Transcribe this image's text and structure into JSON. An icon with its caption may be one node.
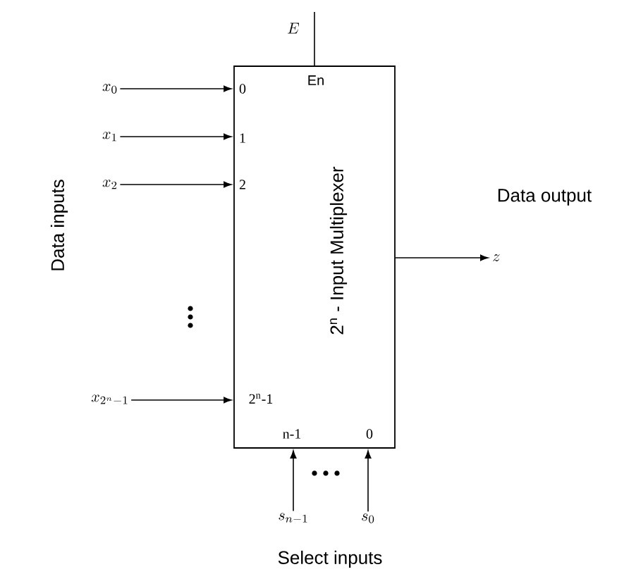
{
  "diagram": {
    "nodes": [
      {
        "text": [
          "2$^{n}$ - Input Multiplexer"
        ]
      },
      {
        "text": [
          "x_0"
        ]
      },
      {
        "text": [
          "x_1"
        ]
      },
      {
        "text": [
          "x_2"
        ]
      },
      {
        "text": [
          "x_{2^n -1}"
        ]
      },
      {
        "text": [
          "E"
        ]
      },
      {
        "text": [
          "z"
        ]
      },
      {
        "text": [
          "s_{n-1}"
        ]
      },
      {
        "text": [
          "s_0"
        ]
      }
    ],
    "edges": [
      {
        "from": 1,
        "to": 0,
        "arrow": "to"
      },
      {
        "from": 2,
        "to": 0,
        "arrow": "to"
      },
      {
        "from": 3,
        "to": 0,
        "arrow": "to"
      },
      {
        "from": 4,
        "to": 0,
        "arrow": "to"
      },
      {
        "from": 5,
        "to": 0,
        "arrow": "none"
      },
      {
        "from": 0,
        "to": 6,
        "arrow": "to"
      },
      {
        "from": 7,
        "to": 0,
        "arrow": "to"
      },
      {
        "from": 8,
        "to": 0,
        "arrow": "to"
      }
    ],
    "labels": [
      "En",
      "0",
      "1",
      "2",
      "2$^{n}$-1",
      "n-1",
      "0",
      "Data inputs",
      "Data output",
      "Select inputs"
    ]
  }
}
